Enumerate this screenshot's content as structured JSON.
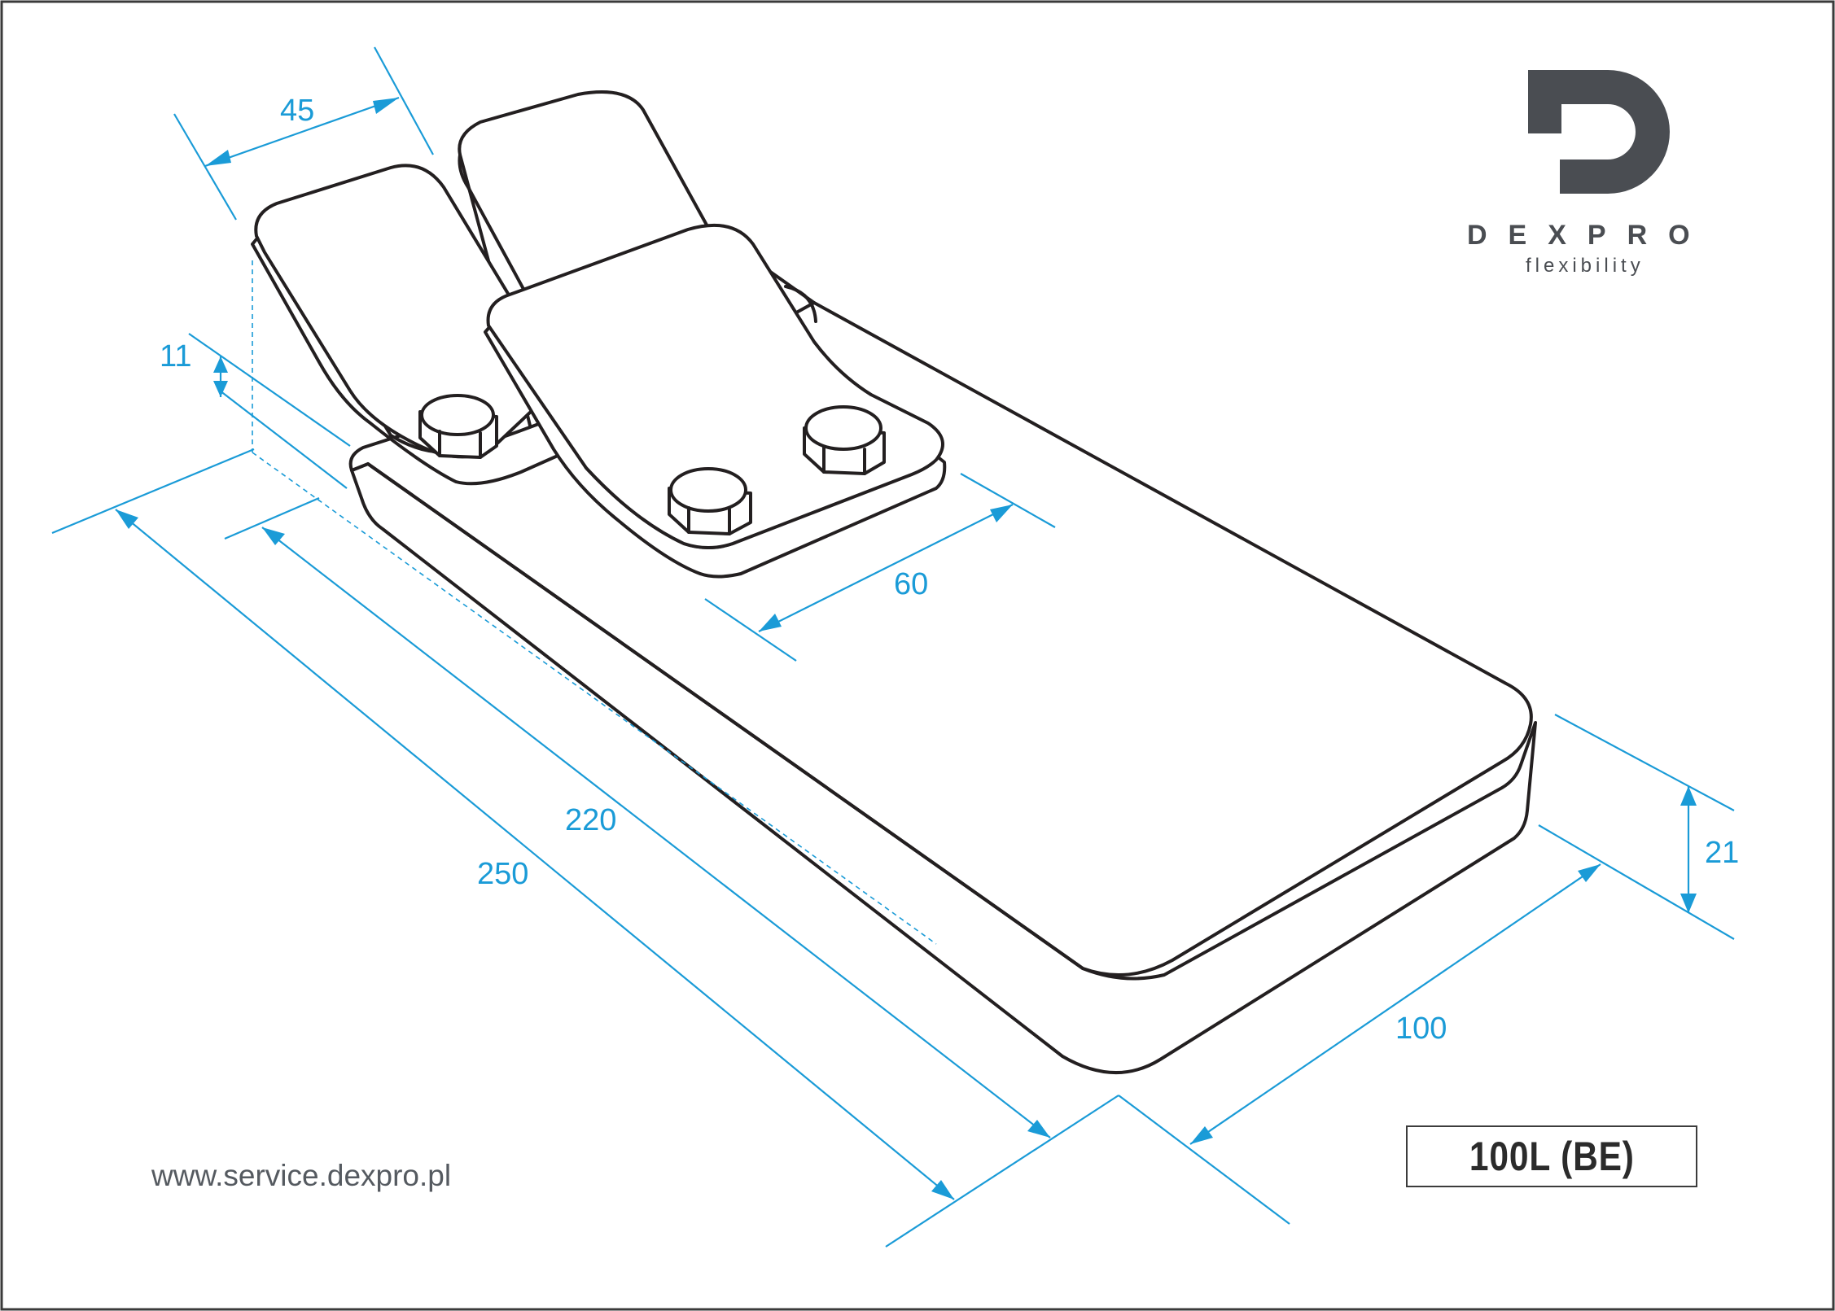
{
  "brand": {
    "name": "DEXPRO",
    "tagline": "flexibility",
    "logo_icon": "dexpro-d-logo-icon",
    "color": "#4a4d52"
  },
  "website": "www.service.dexpro.pl",
  "model": "100L (BE)",
  "dimension_color": "#1a9bd7",
  "dimensions": {
    "d45": "45",
    "d11": "11",
    "d60": "60",
    "d220": "220",
    "d250": "250",
    "d100": "100",
    "d21": "21"
  }
}
